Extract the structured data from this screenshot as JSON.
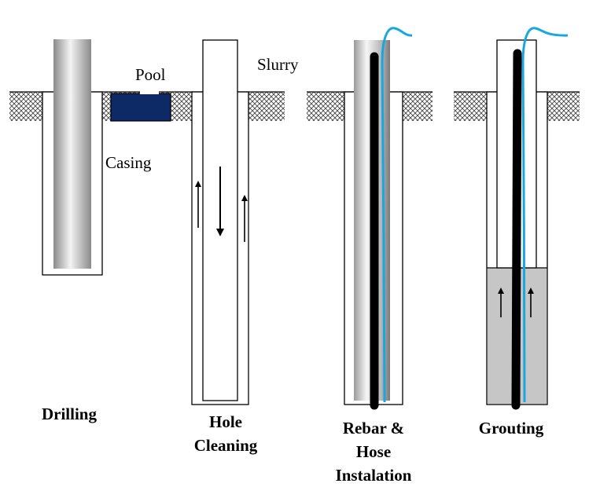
{
  "labels": {
    "pool": "Pool",
    "slurry": "Slurry",
    "casing": "Casing"
  },
  "steps": [
    {
      "lines": [
        "Drilling"
      ]
    },
    {
      "lines": [
        "Hole",
        "Cleaning"
      ]
    },
    {
      "lines": [
        "Rebar &",
        "Hose",
        "Instalation"
      ]
    },
    {
      "lines": [
        "Grouting"
      ]
    }
  ],
  "colors": {
    "pool_fill": "#0d2a66",
    "hose": "#19a7e0",
    "rebar": "#000000",
    "grout": "#c6c6c6"
  },
  "icons": [
    "arrow-up-icon",
    "arrow-down-icon"
  ]
}
